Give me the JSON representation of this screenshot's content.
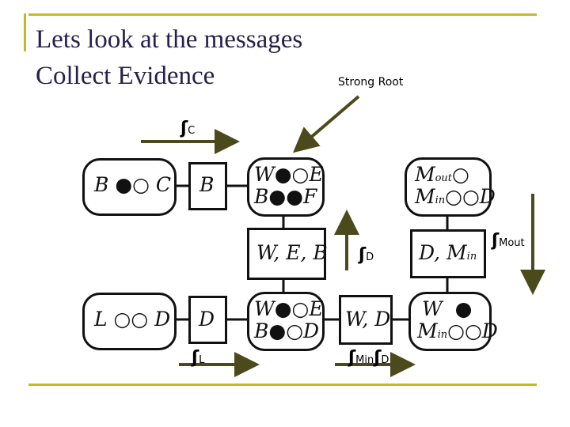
{
  "slide": {
    "title_line1": "Lets look at the messages",
    "title_line2": "Collect Evidence",
    "strong_root": "Strong Root",
    "colors": {
      "accent_rule": "#c8b820",
      "arrow": "#4b4a1c",
      "title": "#26204a"
    }
  },
  "messages": {
    "c_sym": "ʃ",
    "c_sub": "C",
    "d_sym": "ʃ",
    "d_sub": "D",
    "mout_sym": "ʃ",
    "mout_sub": "Mout",
    "l_sym": "ʃ",
    "l_sub": "L",
    "min_sym": "ʃ",
    "min_sub": "Min",
    "min_sym2": "ʃ",
    "min_sub2": "D"
  },
  "nodes": {
    "boc": [
      "B",
      "C"
    ],
    "b_sep": "B",
    "wbef": {
      "r1a": "W",
      "r1b": "E",
      "r2a": "B",
      "r2b": "F"
    },
    "mm": {
      "m1": "M",
      "m1sub": "out",
      "m2": "M",
      "m2sub": "in",
      "d": "D"
    },
    "web": "W, E, B",
    "dmin": {
      "d": "D, M",
      "sub": "in"
    },
    "lod": [
      "L",
      "D"
    ],
    "d_sep": "D",
    "wbed": {
      "r1a": "W",
      "r1b": "E",
      "r2a": "B",
      "r2b": "D"
    },
    "wd": "W, D",
    "wmin": {
      "w": "W",
      "m": "M",
      "sub": "in",
      "d": "D"
    }
  }
}
